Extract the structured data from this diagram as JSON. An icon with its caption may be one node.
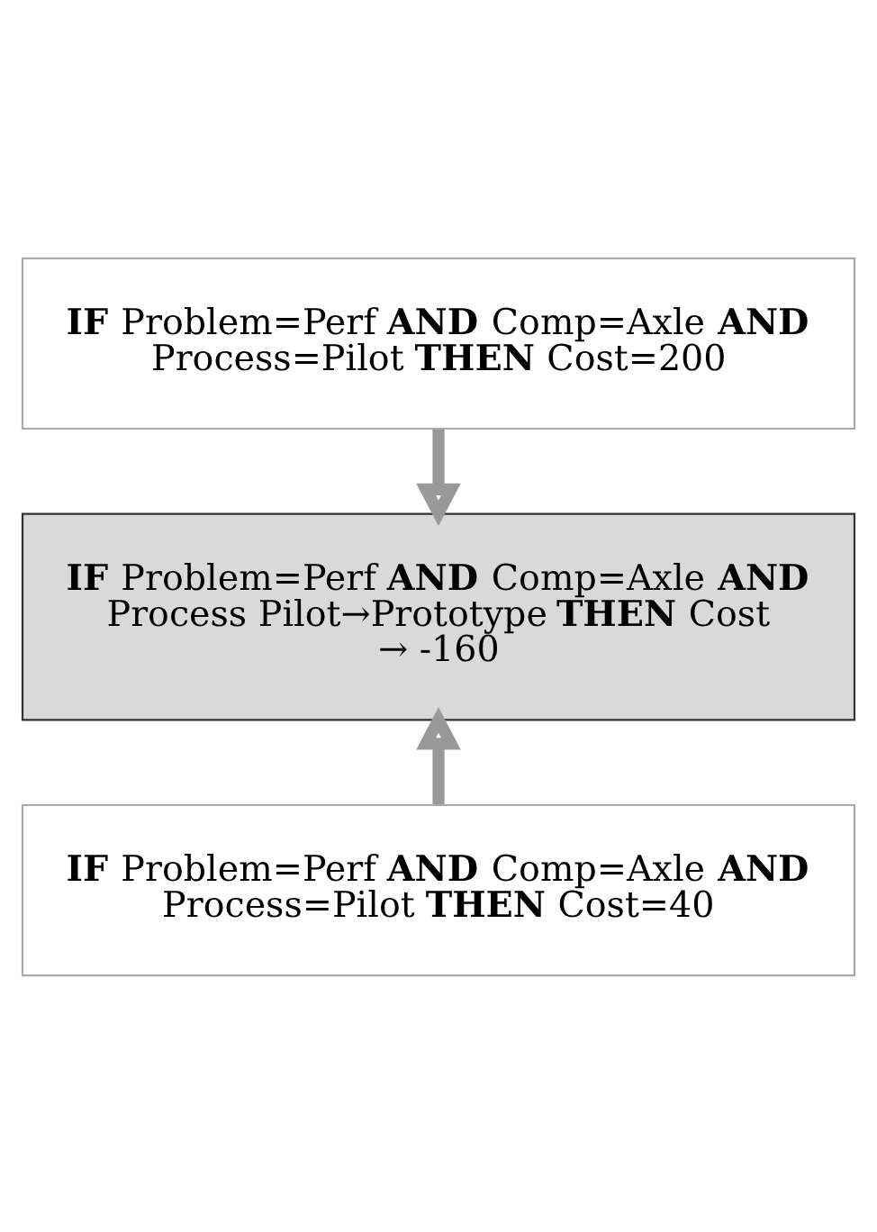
{
  "diagram": {
    "nodes": [
      {
        "text": [
          "**IF** Problem=Perf **AND** Comp=Axle **AND** Process=Pilot **THEN** Cost=200"
        ]
      },
      {
        "text": [
          "**IF** Problem=Perf **AND** Comp=Axle **AND** Process Pilot→Prototype **THEN** Cost → -160"
        ]
      },
      {
        "text": [
          "**IF** Problem=Perf **AND** Comp=Axle **AND** Process=Pilot **THEN** Cost=40"
        ]
      }
    ],
    "edges": [
      {
        "from": 0,
        "to": 1,
        "arrow": "to"
      },
      {
        "from": 2,
        "to": 1,
        "arrow": "to"
      }
    ]
  }
}
